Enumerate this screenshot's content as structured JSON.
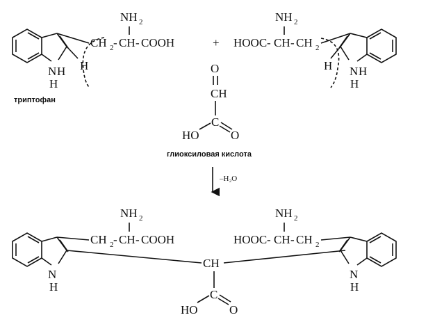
{
  "labels": {
    "nh2": "NH",
    "sub2": "2",
    "nh": "N",
    "h": "H",
    "ch2": "CH",
    "ch": "CH",
    "cooh": "COOH",
    "hooc": "HOOC",
    "dash1": "-",
    "plus": "+",
    "o": "O",
    "c": "C",
    "ho": "HO",
    "tryptophan": "триптофан",
    "glyoxylic_acid": "глиоксиловая кислота",
    "minus_h2o": "–H₂O",
    "nh2_product": "NH",
    "h2_product": "2"
  }
}
